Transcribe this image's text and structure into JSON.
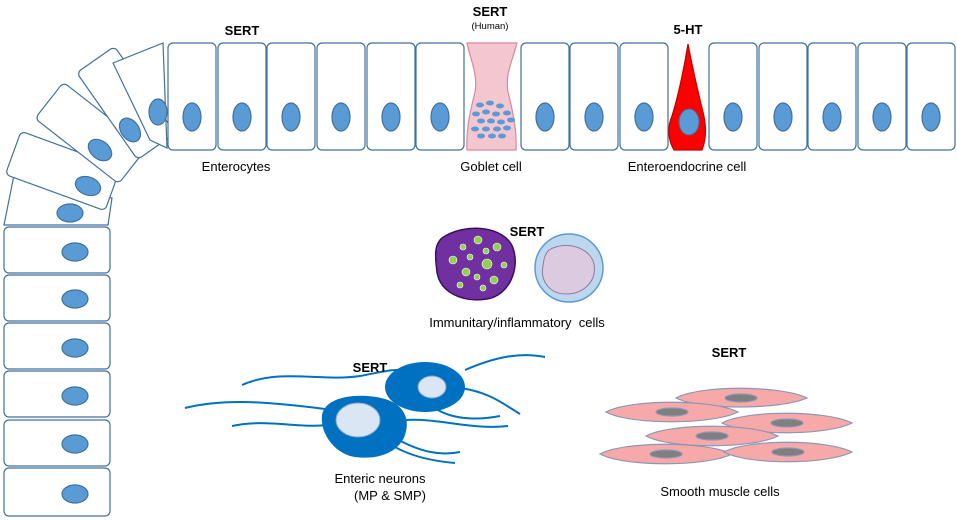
{
  "labels": {
    "sert_enterocytes": "SERT",
    "sert_goblet": "SERT",
    "sert_goblet_sub": "(Human)",
    "serotonin": "5-HT",
    "enterocytes": "Enterocytes",
    "goblet_cell": "Goblet cell",
    "enteroendocrine_cell": "Enteroendocrine cell",
    "sert_immune": "SERT",
    "immune_cells": "Immunitary/inflammatory  cells",
    "sert_neurons": "SERT",
    "enteric_neurons_1": "Enteric neurons",
    "enteric_neurons_2": "(MP & SMP)",
    "sert_smooth": "SERT",
    "smooth_muscle": "Smooth muscle cells"
  },
  "colors": {
    "cell_outline": "#41719c",
    "nucleus": "#5b9bd5",
    "goblet_fill": "#f4c7d0",
    "enteroendocrine_fill": "#ff0000",
    "immune_cell_fill": "#7030a0",
    "granule_fill": "#92d050",
    "macrophage_fill": "#dccbe0",
    "neuron_fill": "#0070c0",
    "smooth_muscle_fill": "#f7a9a9",
    "smooth_muscle_nucleus": "#7f7f7f"
  }
}
